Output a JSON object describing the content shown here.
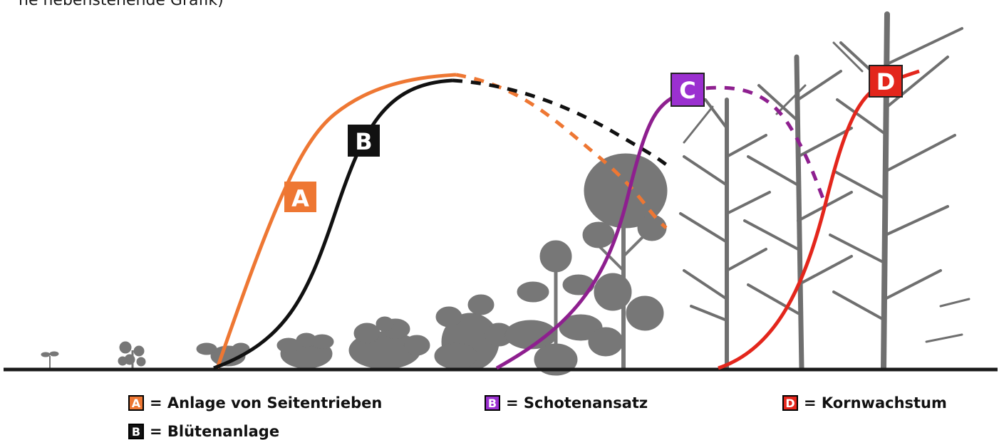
{
  "caption": "he nebenstehende Grafik)",
  "curves": [
    {
      "badge": "A",
      "color": "#EE7733"
    },
    {
      "badge": "B",
      "color": "#111111"
    },
    {
      "badge": "C",
      "color": "#8E1F8F"
    },
    {
      "badge": "D",
      "color": "#E3261C"
    }
  ],
  "legend": [
    {
      "badge": "A",
      "badge_color": "#EE7733",
      "text": "= Anlage von Seitentrieben"
    },
    {
      "badge": "B",
      "badge_color": "#111111",
      "text": "= Blütenanlage"
    },
    {
      "badge": "B",
      "badge_color": "#9B30D0",
      "text": "= Schotenansatz"
    },
    {
      "badge": "D",
      "badge_color": "#E3261C",
      "text": "= Kornwachstum"
    }
  ]
}
